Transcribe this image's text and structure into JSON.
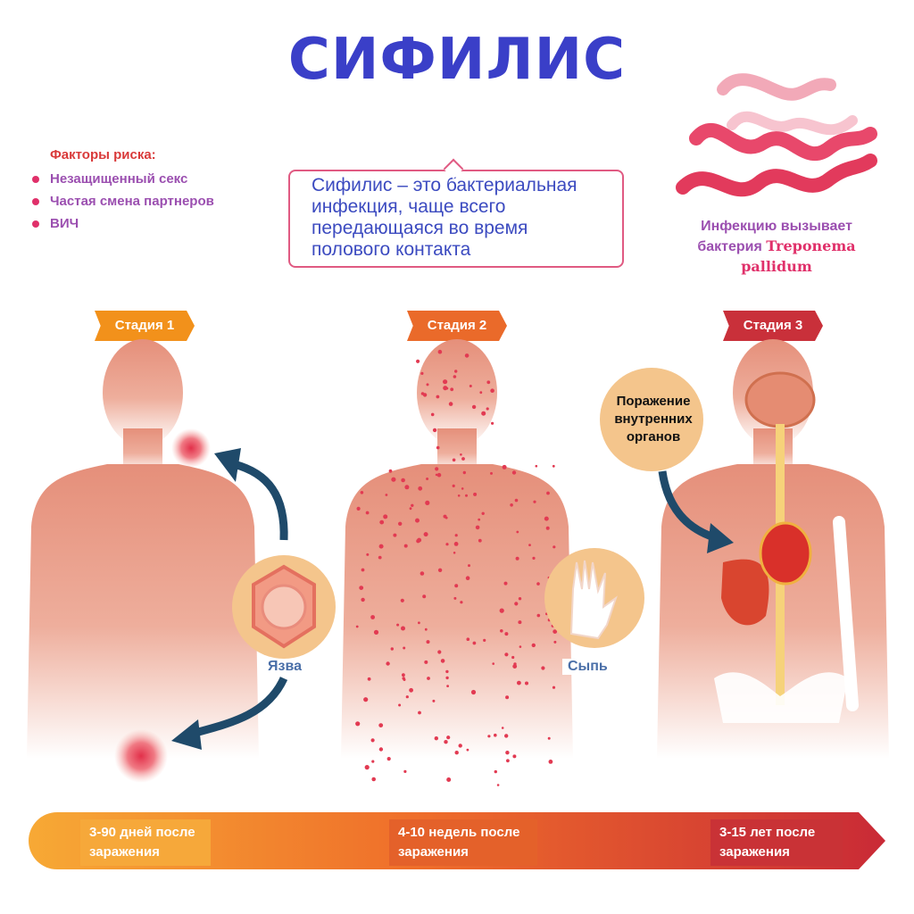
{
  "title": "СИФИЛИС",
  "risk_factors": {
    "heading": "Факторы риска:",
    "items": [
      "Незащищенный секс",
      "Частая смена партнеров",
      "ВИЧ"
    ]
  },
  "definition": "Сифилис – это бактериальная инфекция, чаще всего передающаяся во время полового контакта",
  "bacteria": {
    "line1": "Инфекцию вызывает",
    "line2_prefix": "бактерия ",
    "latin_1": "Treponema",
    "latin_2": "pallidum"
  },
  "stages": [
    {
      "label": "Стадия 1",
      "color": "#f2911b",
      "circle_label": "Язва",
      "time": "3-90 дней после заражения"
    },
    {
      "label": "Стадия 2",
      "color": "#ea6a2a",
      "circle_label": "Сыпь",
      "time": "4-10 недель после заражения"
    },
    {
      "label": "Стадия 3",
      "color": "#c9303a",
      "circle_label": "Поражение внутренних органов",
      "time": "3-15 лет после заражения"
    }
  ],
  "colors": {
    "skin_top": "#e58f7a",
    "title": "#3a3fc8",
    "arrow": "#1f4a6a",
    "rash": "#e23a52"
  }
}
